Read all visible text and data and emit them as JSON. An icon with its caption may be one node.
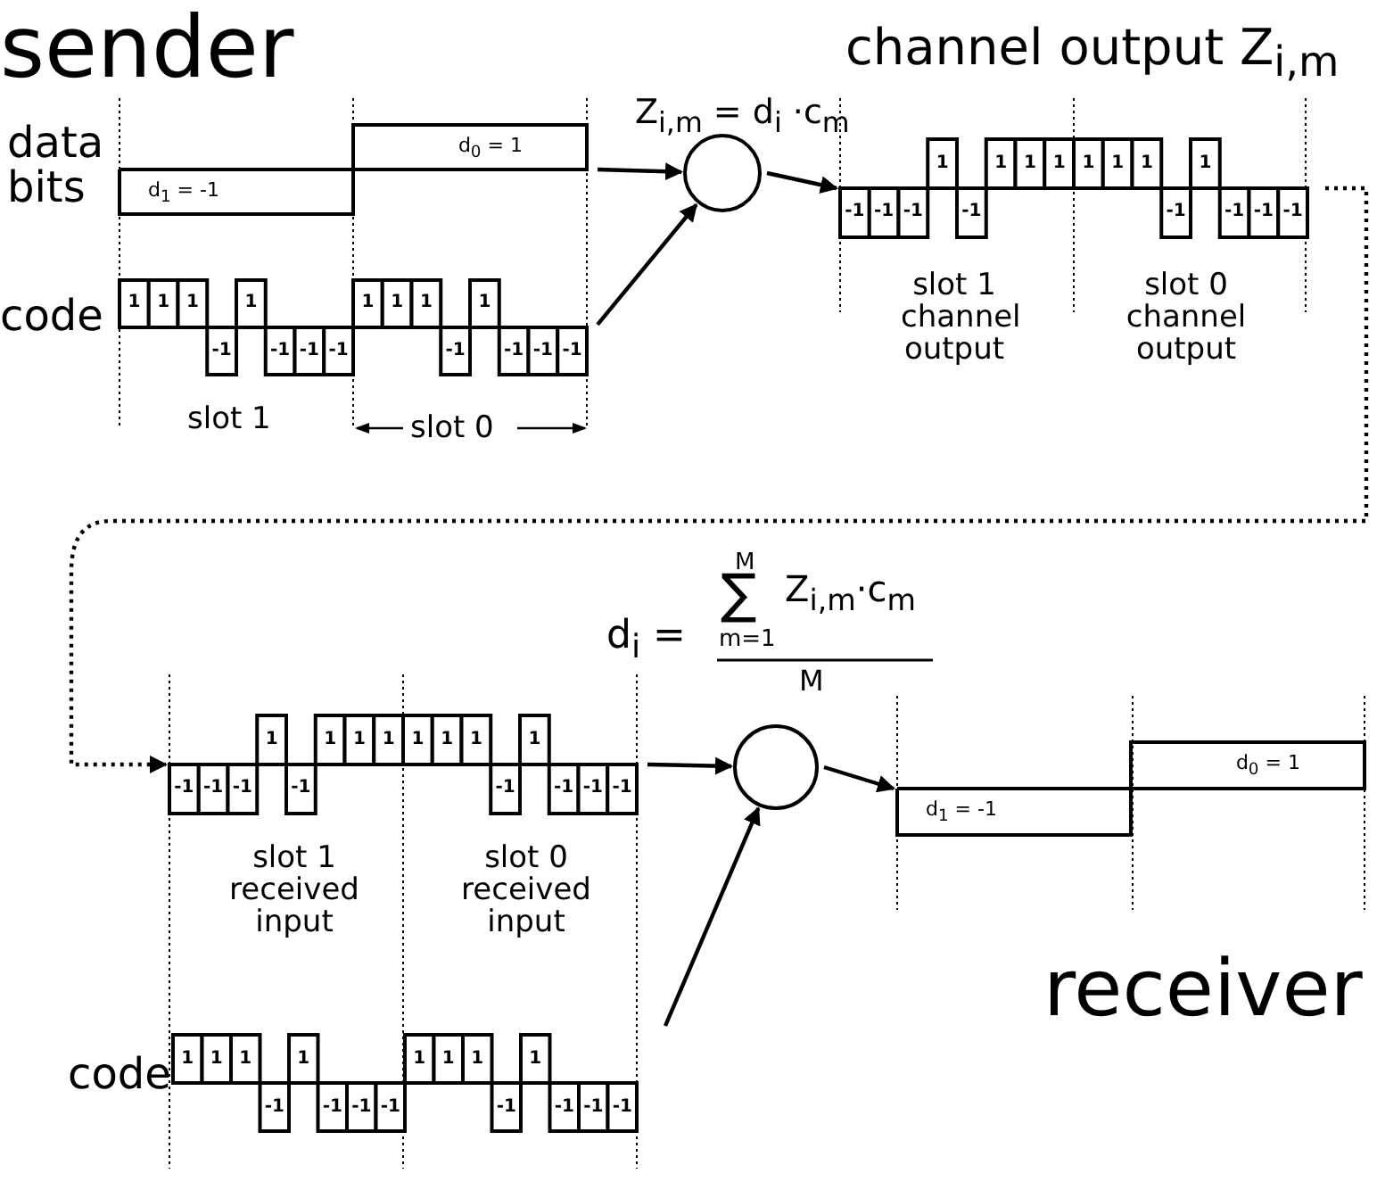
{
  "diagram": {
    "nodes": [
      {
        "text": [
          "d$_{1}$ = -1",
          "d$_{0}$ = 1"
        ],
        "beside": [
          "data bits"
        ]
      },
      {
        "text": [
          "1",
          "1",
          "1",
          "-1",
          "1",
          "-1",
          "-1",
          "-1",
          "1",
          "1",
          "1",
          "-1",
          "1",
          "-1",
          "-1",
          "-1"
        ],
        "beside": [
          "code"
        ]
      },
      {
        "text": [],
        "shape": "circle"
      },
      {
        "text": [
          "-1",
          "-1",
          "-1",
          "1",
          "-1",
          "1",
          "1",
          "1",
          "1",
          "1",
          "1",
          "-1",
          "1",
          "-1",
          "-1",
          "-1"
        ]
      },
      {
        "text": [
          "-1",
          "-1",
          "-1",
          "1",
          "-1",
          "1",
          "1",
          "1",
          "1",
          "1",
          "1",
          "-1",
          "1",
          "-1",
          "-1",
          "-1"
        ]
      },
      {
        "text": [
          "1",
          "1",
          "1",
          "-1",
          "1",
          "-1",
          "-1",
          "-1",
          "1",
          "1",
          "1",
          "-1",
          "1",
          "-1",
          "-1",
          "-1"
        ],
        "beside": [
          "code"
        ]
      },
      {
        "text": [],
        "shape": "circle"
      },
      {
        "text": [
          "d$_{1}$ = -1",
          "d$_{0}$ = 1"
        ]
      }
    ],
    "edges": [
      {
        "from": 0,
        "to": 2,
        "arrow": "to"
      },
      {
        "from": 1,
        "to": 2,
        "arrow": "to"
      },
      {
        "from": 2,
        "to": 3,
        "arrow": "to"
      },
      {
        "from": 3,
        "to": 4,
        "arrow": "to",
        "style": "dashed"
      },
      {
        "from": 4,
        "to": 6,
        "arrow": "to"
      },
      {
        "from": 5,
        "to": 6,
        "arrow": "to"
      },
      {
        "from": 6,
        "to": 7,
        "arrow": "to"
      }
    ],
    "labels": [
      "sender",
      "Z$_{i,m}$ = d$_{i}$ ·c$_{m}$",
      "channel output Z$_{i,m}$",
      "slot 1",
      "slot 0",
      "slot 1 channel output",
      "slot 0 channel output",
      "d$_{i}$ =",
      "M",
      "∑",
      "Z$_{i,m}$·c$_{m}$",
      "m=1",
      "M",
      "slot 1 received input",
      "slot 0 received input",
      "receiver"
    ]
  }
}
